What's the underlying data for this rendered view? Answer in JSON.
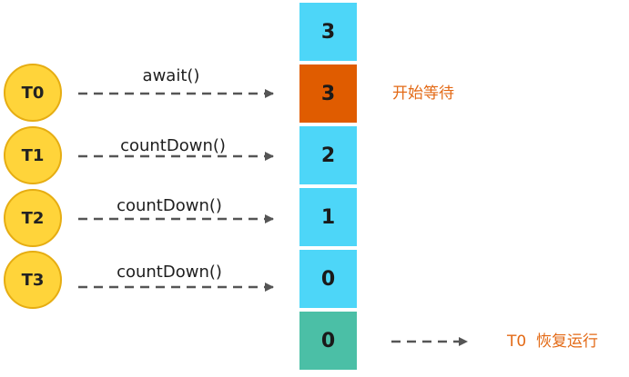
{
  "threads": [
    {
      "label": "T0",
      "call": "await()"
    },
    {
      "label": "T1",
      "call": "countDown()"
    },
    {
      "label": "T2",
      "call": "countDown()"
    },
    {
      "label": "T3",
      "call": "countDown()"
    }
  ],
  "counter_cells": [
    {
      "value": "3",
      "state": "initial"
    },
    {
      "value": "3",
      "state": "waiting"
    },
    {
      "value": "2",
      "state": "normal"
    },
    {
      "value": "1",
      "state": "normal"
    },
    {
      "value": "0",
      "state": "normal"
    },
    {
      "value": "0",
      "state": "released"
    }
  ],
  "notes": {
    "waiting": "开始等待",
    "resume": "T0  恢复运行"
  },
  "colors": {
    "thread_fill": "#ffd43a",
    "thread_border": "#e6ad12",
    "cell_blue": "#4dd6f8",
    "cell_waiting": "#e05c00",
    "cell_released": "#4bbfa6",
    "arrow": "#555555",
    "note_text": "#e36a16"
  }
}
